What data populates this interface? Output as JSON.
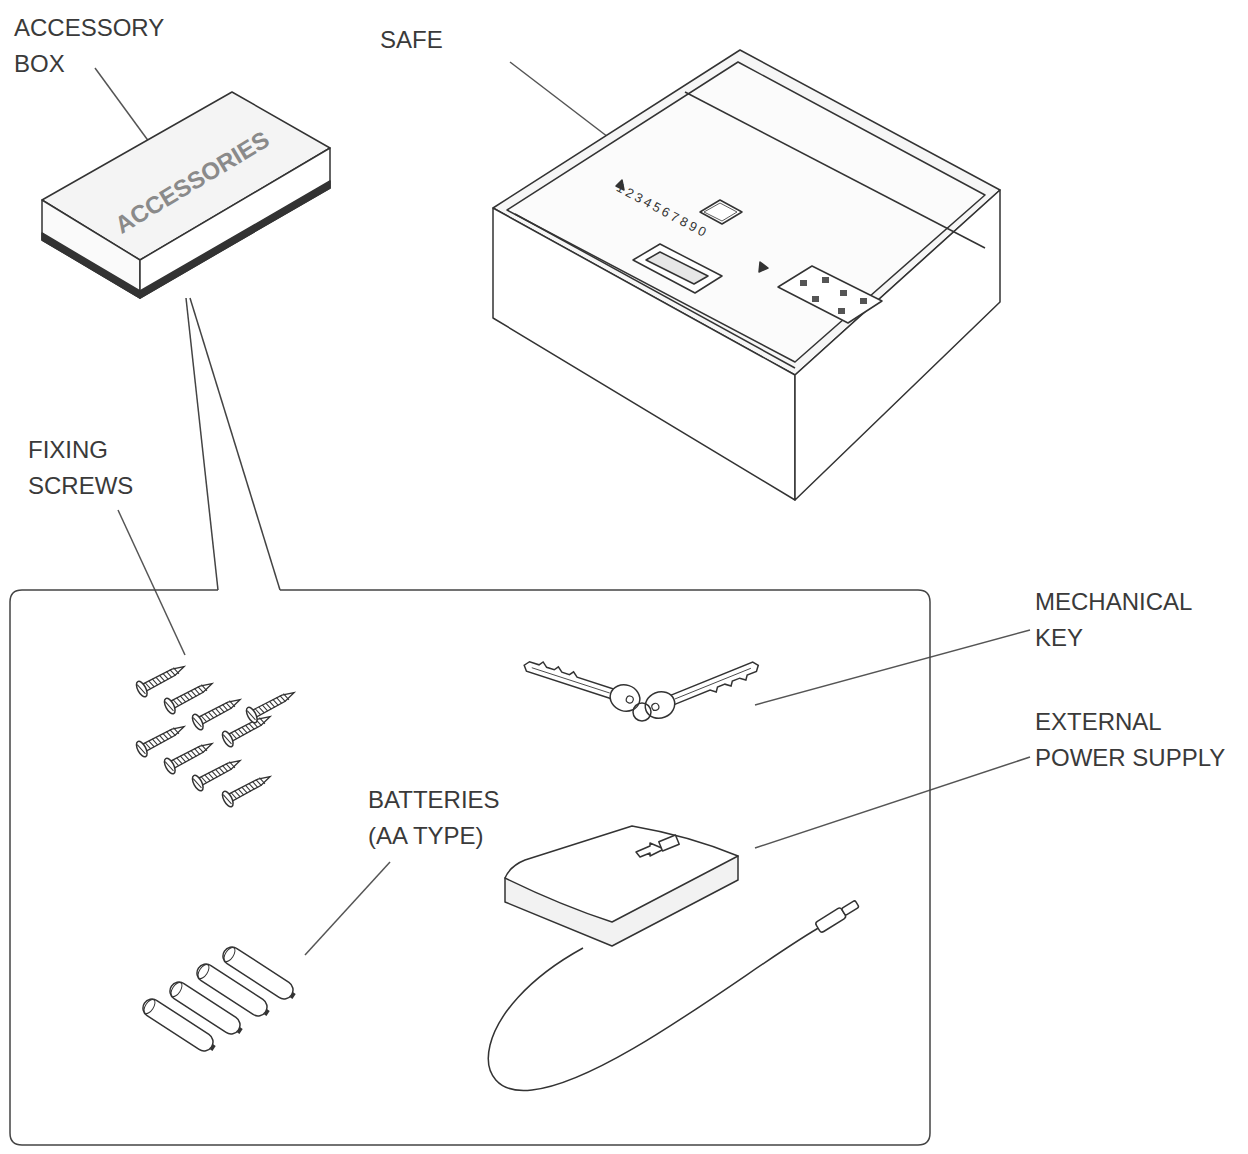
{
  "diagram": {
    "labels": [
      "ACCESSORY BOX",
      "SAFE",
      "ACCESSORIES",
      "1234567890",
      "FIXING SCREWS",
      "MECHANICAL KEY",
      "EXTERNAL POWER SUPPLY",
      "BATTERIES (AA TYPE)"
    ]
  }
}
